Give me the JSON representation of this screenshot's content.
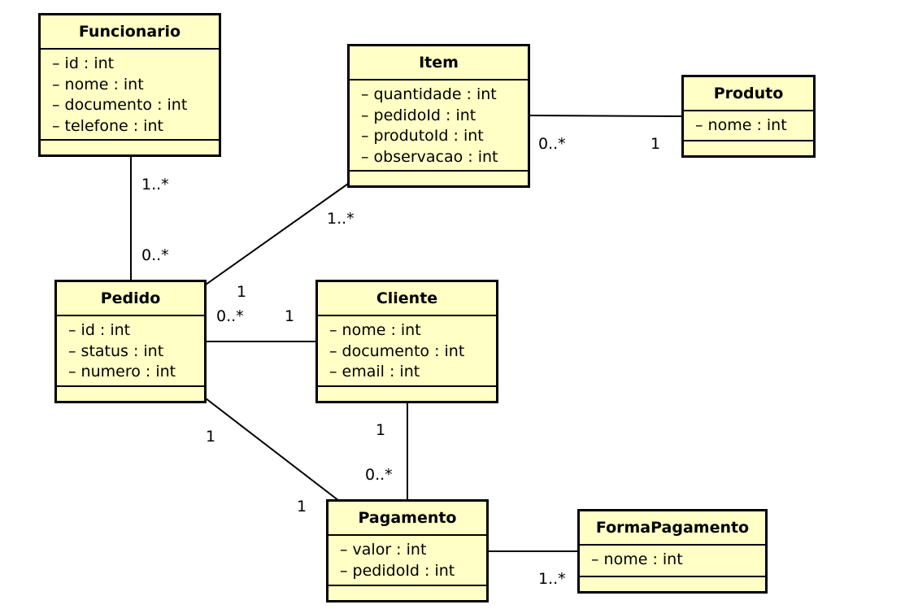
{
  "classes": {
    "funcionario": {
      "name": "Funcionario",
      "attributes": [
        "– id : int",
        "– nome : int",
        "– documento : int",
        "– telefone : int"
      ]
    },
    "item": {
      "name": "Item",
      "attributes": [
        "– quantidade : int",
        "– pedidoId : int",
        "– produtoId : int",
        "– observacao : int"
      ]
    },
    "produto": {
      "name": "Produto",
      "attributes": [
        "– nome : int"
      ]
    },
    "pedido": {
      "name": "Pedido",
      "attributes": [
        "– id : int",
        "– status : int",
        "– numero : int"
      ]
    },
    "cliente": {
      "name": "Cliente",
      "attributes": [
        "– nome : int",
        "– documento : int",
        "– email : int"
      ]
    },
    "pagamento": {
      "name": "Pagamento",
      "attributes": [
        "– valor : int",
        "– pedidoId : int"
      ]
    },
    "formapagamento": {
      "name": "FormaPagamento",
      "attributes": [
        "– nome : int"
      ]
    }
  },
  "associations": [
    {
      "id": "funcionario-pedido",
      "from": "funcionario",
      "to": "pedido",
      "from_multiplicity": "1..*",
      "to_multiplicity": "0..*"
    },
    {
      "id": "pedido-item",
      "from": "pedido",
      "to": "item",
      "from_multiplicity": "1",
      "to_multiplicity": "1..*"
    },
    {
      "id": "item-produto",
      "from": "item",
      "to": "produto",
      "from_multiplicity": "0..*",
      "to_multiplicity": "1"
    },
    {
      "id": "pedido-cliente",
      "from": "pedido",
      "to": "cliente",
      "from_multiplicity": "0..*",
      "to_multiplicity": "1"
    },
    {
      "id": "pedido-pagamento",
      "from": "pedido",
      "to": "pagamento",
      "from_multiplicity": "1",
      "to_multiplicity": "1"
    },
    {
      "id": "cliente-pagamento",
      "from": "cliente",
      "to": "pagamento",
      "from_multiplicity": "1",
      "to_multiplicity": "0..*"
    },
    {
      "id": "pagamento-formapagamento",
      "from": "pagamento",
      "to": "formapagamento",
      "from_multiplicity": "",
      "to_multiplicity": "1..*"
    }
  ],
  "colors": {
    "class_fill": "#ffffc6",
    "border": "#000000",
    "background": "#ffffff"
  }
}
